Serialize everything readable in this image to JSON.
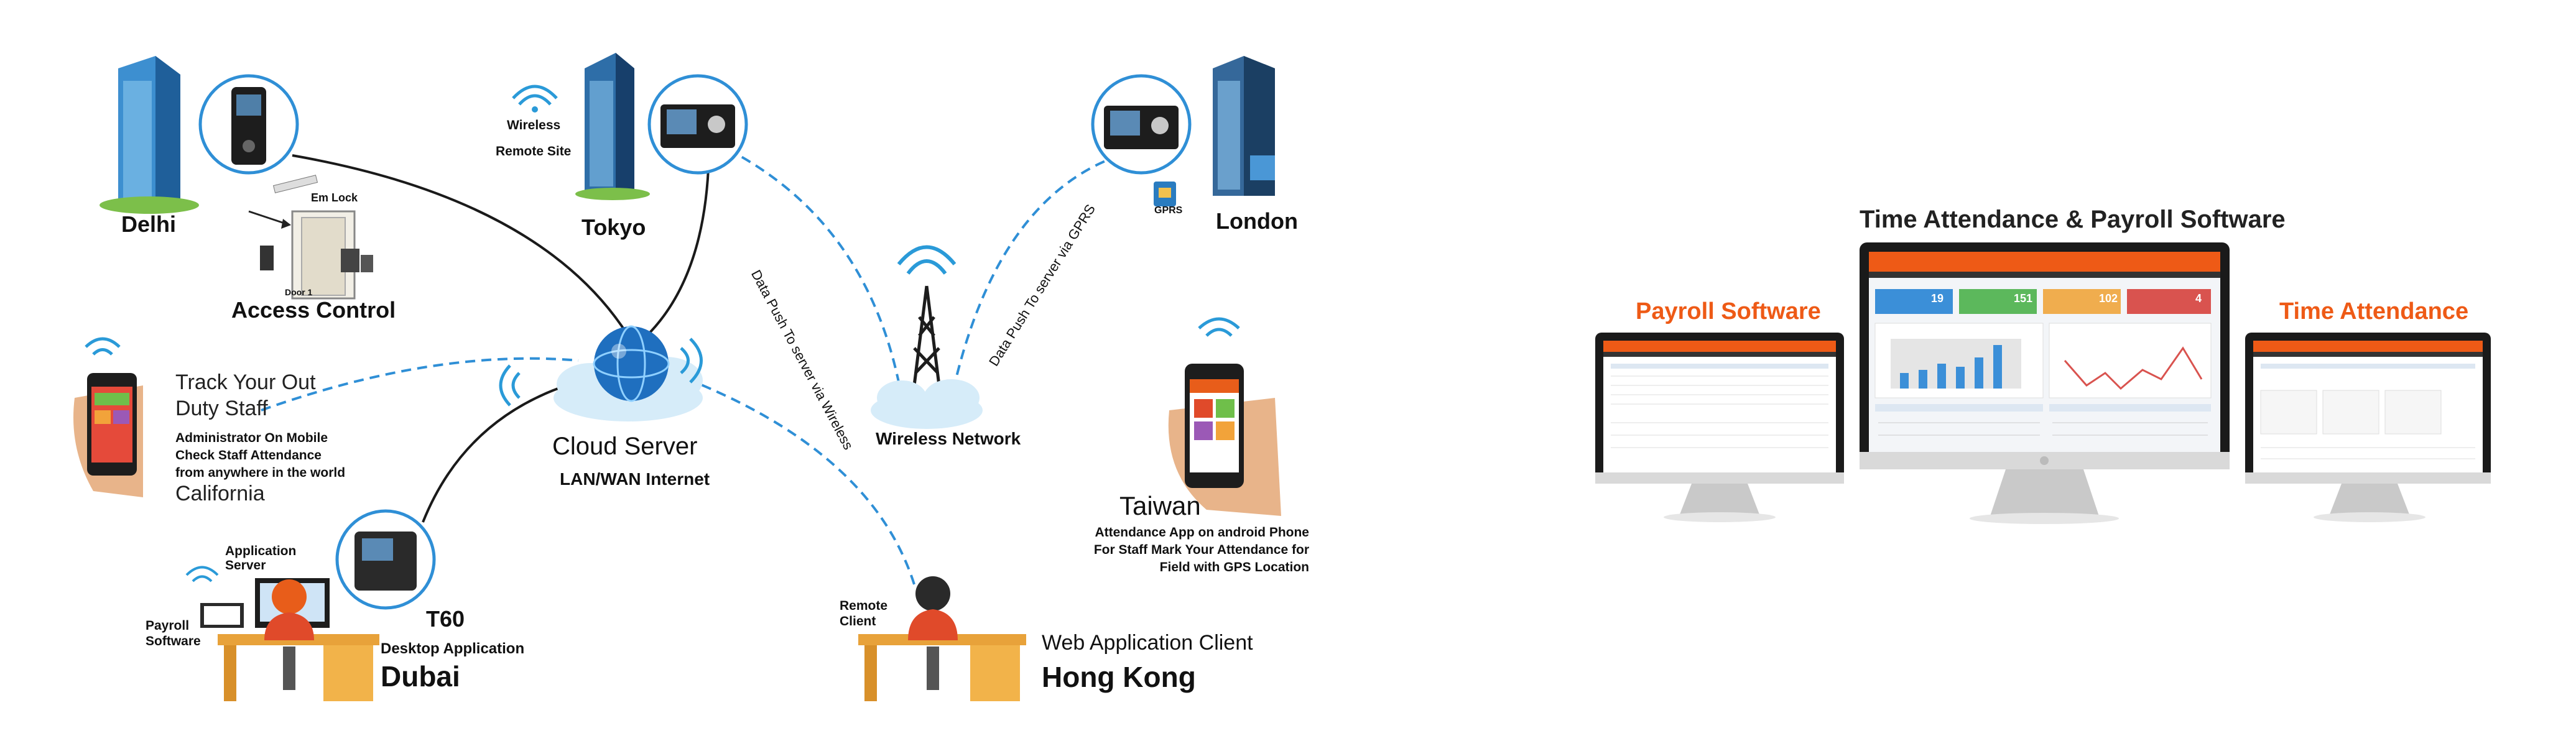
{
  "diagram": {
    "sites": {
      "delhi": "Delhi",
      "access_control": "Access Control",
      "em_lock": "Em Lock",
      "door": "Door 1",
      "tokyo": "Tokyo",
      "wireless_remote_site": [
        "Wireless",
        "Remote Site"
      ],
      "london": "London",
      "gprs": "GPRS",
      "wireless_network": "Wireless Network",
      "cloud_server": "Cloud Server",
      "lan_wan": "LAN/WAN Internet",
      "dubai": "Dubai",
      "t60": "T60",
      "desktop_app": "Desktop Application",
      "application_server": [
        "Application",
        "Server"
      ],
      "payroll_software": [
        "Payroll",
        "Software"
      ],
      "remote_client": [
        "Remote",
        "Client"
      ],
      "web_app_client": "Web Application Client",
      "hong_kong": "Hong Kong",
      "taiwan": "Taiwan",
      "taiwan_desc": [
        "Attendance App on android Phone",
        "For Staff Mark Your Attendance for",
        "Field with GPS Location"
      ],
      "track_staff": [
        "Track Your Out",
        "Duty Staff"
      ],
      "admin_mobile": [
        "Administrator On Mobile",
        "Check Staff Attendance",
        "from anywhere in the world"
      ],
      "california": "California",
      "push_wireless": "Data Push To server via Wireless",
      "push_gprs": "Data Push To server via GPRS"
    }
  },
  "software": {
    "title": "Time Attendance & Payroll Software",
    "left_label": "Payroll Software",
    "right_label": "Time Attendance",
    "dash_stats": [
      "19",
      "151",
      "102",
      "4"
    ]
  },
  "colors": {
    "link_dark": "#1a1a1a",
    "link_blue": "#2f8fd6",
    "accent_orange": "#ee5a16",
    "wifi_blue": "#2a9ad8"
  }
}
